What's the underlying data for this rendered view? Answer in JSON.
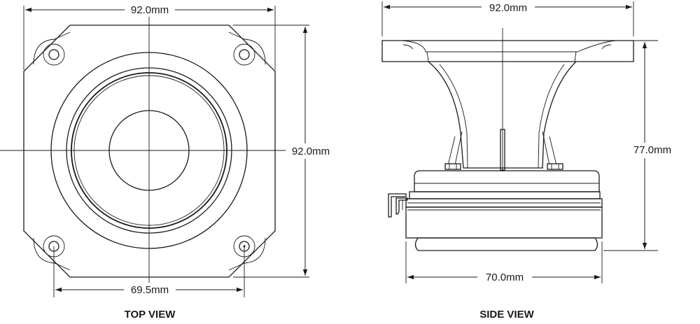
{
  "top_view": {
    "caption": "TOP VIEW",
    "width_label": "92.0mm",
    "height_label": "92.0mm",
    "hole_spacing_label": "69.5mm"
  },
  "side_view": {
    "caption": "SIDE VIEW",
    "width_label": "92.0mm",
    "height_label": "77.0mm",
    "base_width_label": "70.0mm"
  }
}
